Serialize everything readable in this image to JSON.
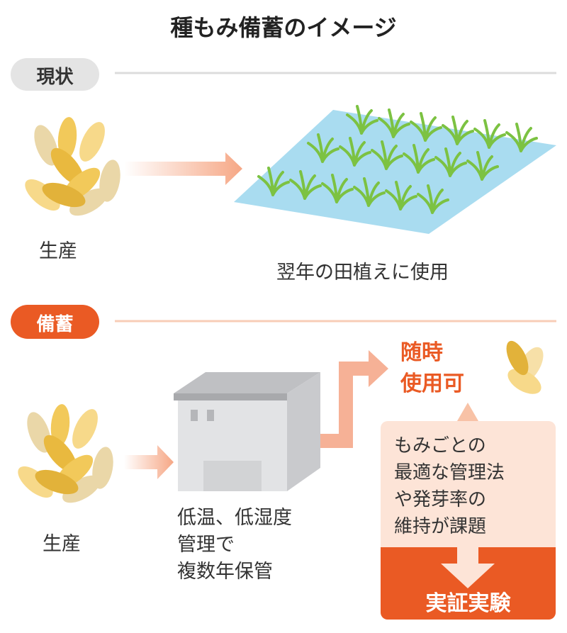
{
  "title": "種もみ備蓄のイメージ",
  "current": {
    "label": "現状",
    "seed_label": "生産",
    "field_label": "翌年の田植えに使用"
  },
  "stockpile": {
    "label": "備蓄",
    "seed_label": "生産",
    "storage_lines": [
      "低温、低湿度",
      "管理で",
      "複数年保管"
    ],
    "result_lines": [
      "随時",
      "使用可"
    ],
    "issue_lines": [
      "もみごとの",
      "最適な管理法",
      "や発芽率の",
      "維持が課題"
    ],
    "experiment_label": "実証実験"
  },
  "colors": {
    "accent": "#ea5a24",
    "arrow": "#f6a785",
    "pale": "#fde4d7",
    "field": "#a9dcf0",
    "grain": "#f2c95a"
  }
}
